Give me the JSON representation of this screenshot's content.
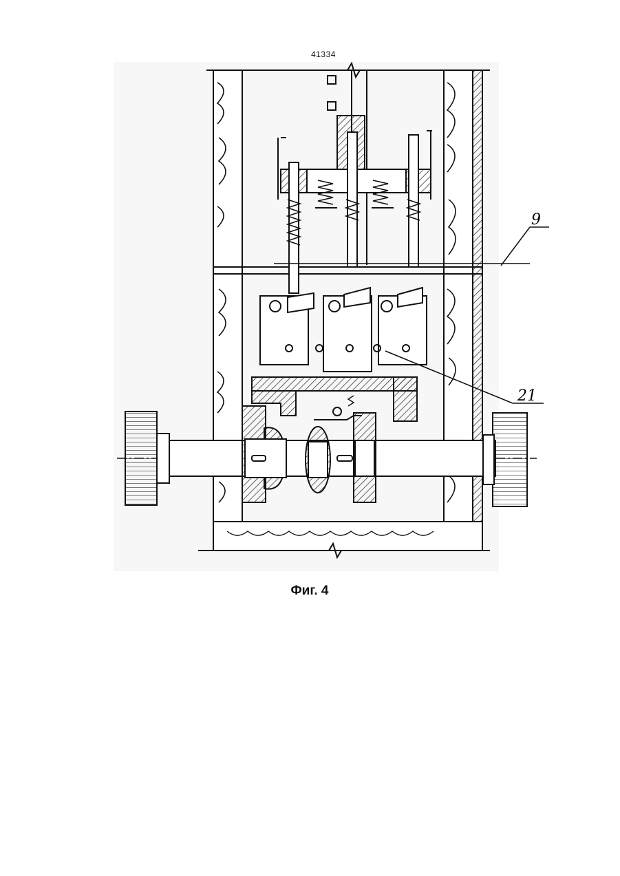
{
  "document": {
    "page_number": "41334",
    "figure_caption": "Фиг. 4",
    "callouts": [
      {
        "id": "callout-9",
        "label": "9"
      },
      {
        "id": "callout-21",
        "label": "21"
      }
    ]
  }
}
